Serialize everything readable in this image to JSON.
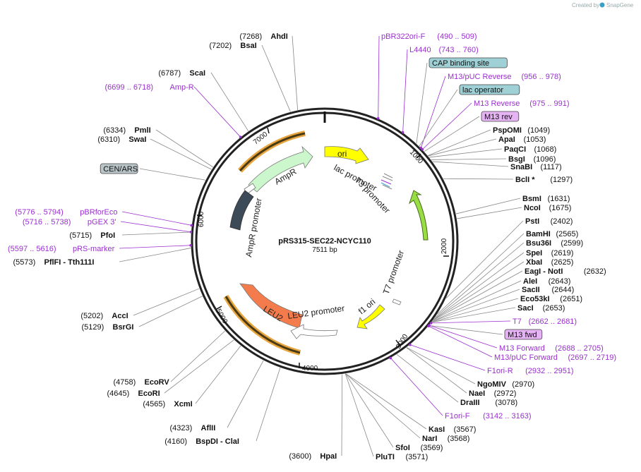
{
  "credit": {
    "created_by": "Created by",
    "app": "SnapGene"
  },
  "plasmid": {
    "name": "pRS315-SEC22-NCYC110",
    "length_label": "7511 bp",
    "length": 7511
  },
  "colors": {
    "primer": "#9b2fd0",
    "ampr": "#ccf7cc",
    "leu2": "#f47c4c",
    "ori": "#ffff00",
    "f1ori": "#ffff00",
    "cen_ars": "#3d4a57",
    "green_feature": "#99dd44",
    "cap_box": "#9fd0d6",
    "lac_op_box": "#9fd0d6",
    "m13_box": "#e6b3f5",
    "cen_box": "#b9c4c8",
    "promoter_outline": "#ffffff"
  },
  "ticks": [
    "1000",
    "2000",
    "3000",
    "4000",
    "5000",
    "6000",
    "7000"
  ],
  "features": {
    "ori": "ori",
    "ampr": "AmpR",
    "leu2": "LEU2",
    "f1ori": "f1 ori",
    "lac_promoter": "lac promoter",
    "t3_promoter": "T3 promoter",
    "t7_promoter": "T7 promoter",
    "leu2_promoter": "LEU2 promoter",
    "ampr_promoter": "AmpR promoter"
  },
  "labels_right": [
    {
      "name": "pBR322ori-F",
      "pos": "(490 .. 509)",
      "kind": "primer"
    },
    {
      "name": "L4440",
      "pos": "(743 .. 760)",
      "kind": "primer"
    },
    {
      "name": "CAP binding site",
      "pos": "",
      "kind": "box-cap"
    },
    {
      "name": "M13/pUC Reverse",
      "pos": "(956 .. 978)",
      "kind": "primer"
    },
    {
      "name": "lac operator",
      "pos": "",
      "kind": "box-lac"
    },
    {
      "name": "M13 Reverse",
      "pos": "(975 .. 991)",
      "kind": "primer"
    },
    {
      "name": "M13 rev",
      "pos": "",
      "kind": "box-m13"
    },
    {
      "name": "PspOMI",
      "pos": "(1049)",
      "kind": "enzyme"
    },
    {
      "name": "ApaI",
      "pos": "(1053)",
      "kind": "enzyme"
    },
    {
      "name": "PaqCI",
      "pos": "(1068)",
      "kind": "enzyme"
    },
    {
      "name": "BsgI",
      "pos": "(1096)",
      "kind": "enzyme"
    },
    {
      "name": "SnaBI",
      "pos": "(1117)",
      "kind": "enzyme"
    },
    {
      "name": "BclI *",
      "pos": "(1297)",
      "kind": "enzyme"
    },
    {
      "name": "BsmI",
      "pos": "(1631)",
      "kind": "enzyme"
    },
    {
      "name": "NcoI",
      "pos": "(1675)",
      "kind": "enzyme"
    },
    {
      "name": "PstI",
      "pos": "(2402)",
      "kind": "enzyme"
    },
    {
      "name": "BamHI",
      "pos": "(2565)",
      "kind": "enzyme"
    },
    {
      "name": "Bsu36I",
      "pos": "(2599)",
      "kind": "enzyme"
    },
    {
      "name": "SpeI",
      "pos": "(2619)",
      "kind": "enzyme"
    },
    {
      "name": "XbaI",
      "pos": "(2625)",
      "kind": "enzyme"
    },
    {
      "name": "EagI - NotI",
      "pos": "(2632)",
      "kind": "enzyme"
    },
    {
      "name": "AleI",
      "pos": "(2643)",
      "kind": "enzyme"
    },
    {
      "name": "SacII",
      "pos": "(2644)",
      "kind": "enzyme"
    },
    {
      "name": "Eco53kI",
      "pos": "(2651)",
      "kind": "enzyme"
    },
    {
      "name": "SacI",
      "pos": "(2653)",
      "kind": "enzyme"
    },
    {
      "name": "T7",
      "pos": "(2662 .. 2681)",
      "kind": "primer"
    },
    {
      "name": "M13 fwd",
      "pos": "",
      "kind": "box-m13"
    },
    {
      "name": "M13 Forward",
      "pos": "(2688 .. 2705)",
      "kind": "primer"
    },
    {
      "name": "M13/pUC Forward",
      "pos": "(2697 .. 2719)",
      "kind": "primer"
    },
    {
      "name": "F1ori-R",
      "pos": "(2932 .. 2951)",
      "kind": "primer"
    },
    {
      "name": "NgoMIV",
      "pos": "(2970)",
      "kind": "enzyme"
    },
    {
      "name": "NaeI",
      "pos": "(2972)",
      "kind": "enzyme"
    },
    {
      "name": "DraIII",
      "pos": "(3078)",
      "kind": "enzyme"
    },
    {
      "name": "F1ori-F",
      "pos": "(3142 .. 3163)",
      "kind": "primer"
    },
    {
      "name": "KasI",
      "pos": "(3567)",
      "kind": "enzyme"
    },
    {
      "name": "NarI",
      "pos": "(3568)",
      "kind": "enzyme"
    },
    {
      "name": "SfoI",
      "pos": "(3569)",
      "kind": "enzyme"
    },
    {
      "name": "PluTI",
      "pos": "(3571)",
      "kind": "enzyme"
    }
  ],
  "labels_left": [
    {
      "name": "AhdI",
      "pos": "(7268)",
      "kind": "enzyme"
    },
    {
      "name": "BsaI",
      "pos": "(7202)",
      "kind": "enzyme"
    },
    {
      "name": "ScaI",
      "pos": "(6787)",
      "kind": "enzyme"
    },
    {
      "name": "Amp-R",
      "pos": "(6699 .. 6718)",
      "kind": "primer"
    },
    {
      "name": "PmlI",
      "pos": "(6334)",
      "kind": "enzyme"
    },
    {
      "name": "SwaI",
      "pos": "(6310)",
      "kind": "enzyme"
    },
    {
      "name": "CEN/ARS",
      "pos": "",
      "kind": "box-cen"
    },
    {
      "name": "pBRforEco",
      "pos": "(5776 .. 5794)",
      "kind": "primer"
    },
    {
      "name": "pGEX 3'",
      "pos": "(5716 .. 5738)",
      "kind": "primer"
    },
    {
      "name": "PfoI",
      "pos": "(5715)",
      "kind": "enzyme"
    },
    {
      "name": "pRS-marker",
      "pos": "(5597 .. 5616)",
      "kind": "primer"
    },
    {
      "name": "PflFI - Tth111I",
      "pos": "(5573)",
      "kind": "enzyme"
    },
    {
      "name": "AccI",
      "pos": "(5202)",
      "kind": "enzyme"
    },
    {
      "name": "BsrGI",
      "pos": "(5129)",
      "kind": "enzyme"
    },
    {
      "name": "EcoRV",
      "pos": "(4758)",
      "kind": "enzyme"
    },
    {
      "name": "EcoRI",
      "pos": "(4645)",
      "kind": "enzyme"
    },
    {
      "name": "XcmI",
      "pos": "(4565)",
      "kind": "enzyme"
    },
    {
      "name": "AflII",
      "pos": "(4323)",
      "kind": "enzyme"
    },
    {
      "name": "BspDI - ClaI",
      "pos": "(4160)",
      "kind": "enzyme"
    },
    {
      "name": "HpaI",
      "pos": "(3600)",
      "kind": "enzyme"
    }
  ]
}
